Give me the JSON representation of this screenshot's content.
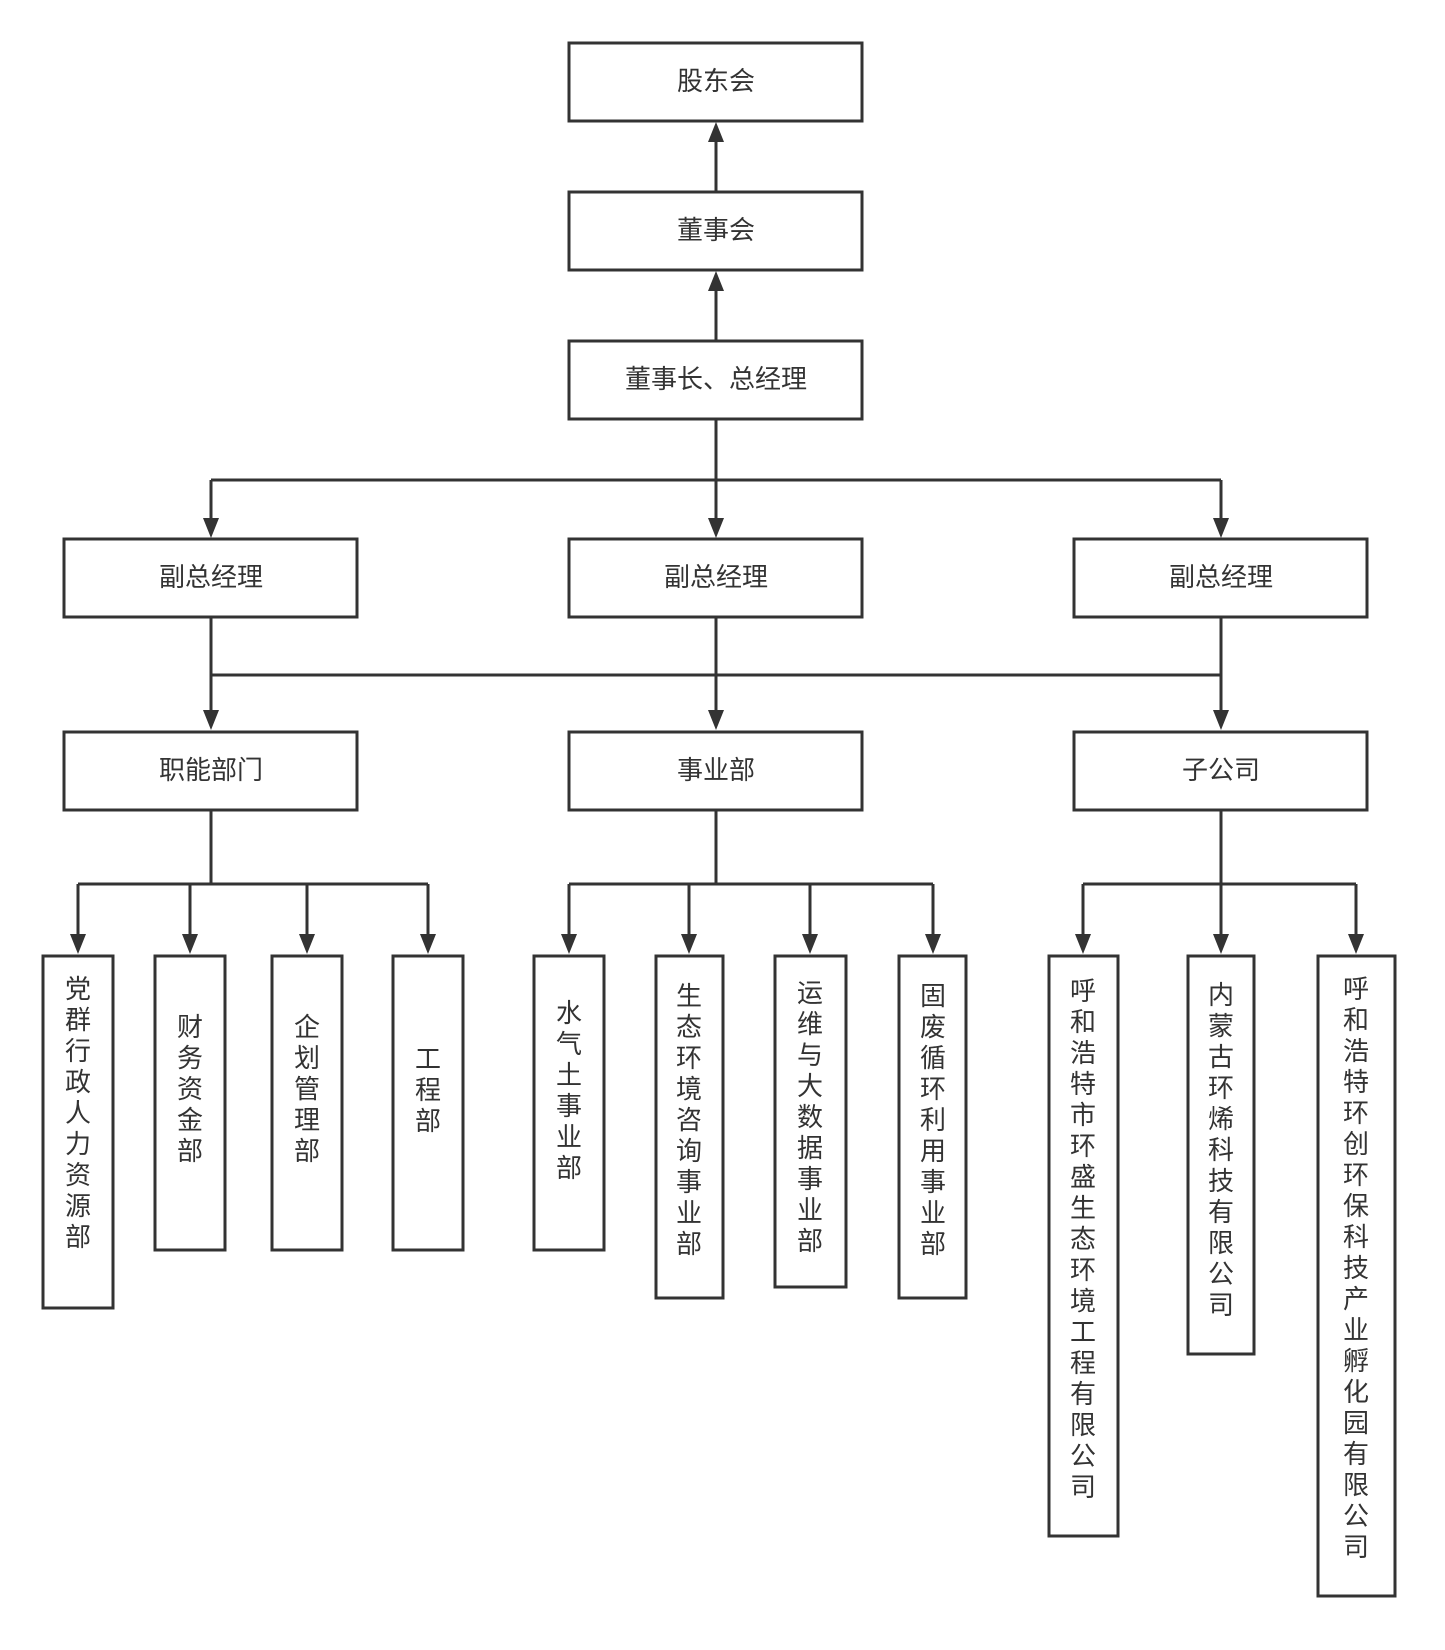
{
  "colors": {
    "stroke": "#333333",
    "fill": "#ffffff",
    "text": "#333333"
  },
  "nodes": {
    "shareholders": "股东会",
    "board": "董事会",
    "chairman_gm": "董事长、总经理",
    "vgm_1": "副总经理",
    "vgm_2": "副总经理",
    "vgm_3": "副总经理",
    "functional": "职能部门",
    "business": "事业部",
    "subsidiaries": "子公司",
    "party_hr": "党群行政人力资源部",
    "finance": "财务资金部",
    "planning": "企划管理部",
    "engineering": "工程部",
    "water_air_soil": "水气土事业部",
    "eco_consulting": "生态环境咨询事业部",
    "ops_bigdata": "运维与大数据事业部",
    "solid_waste": "固废循环利用事业部",
    "sub_1": "呼和浩特市环盛生态环境工程有限公司",
    "sub_2": "内蒙古环烯科技有限公司",
    "sub_3": "呼和浩特环创环保科技产业孵化园有限公司"
  }
}
